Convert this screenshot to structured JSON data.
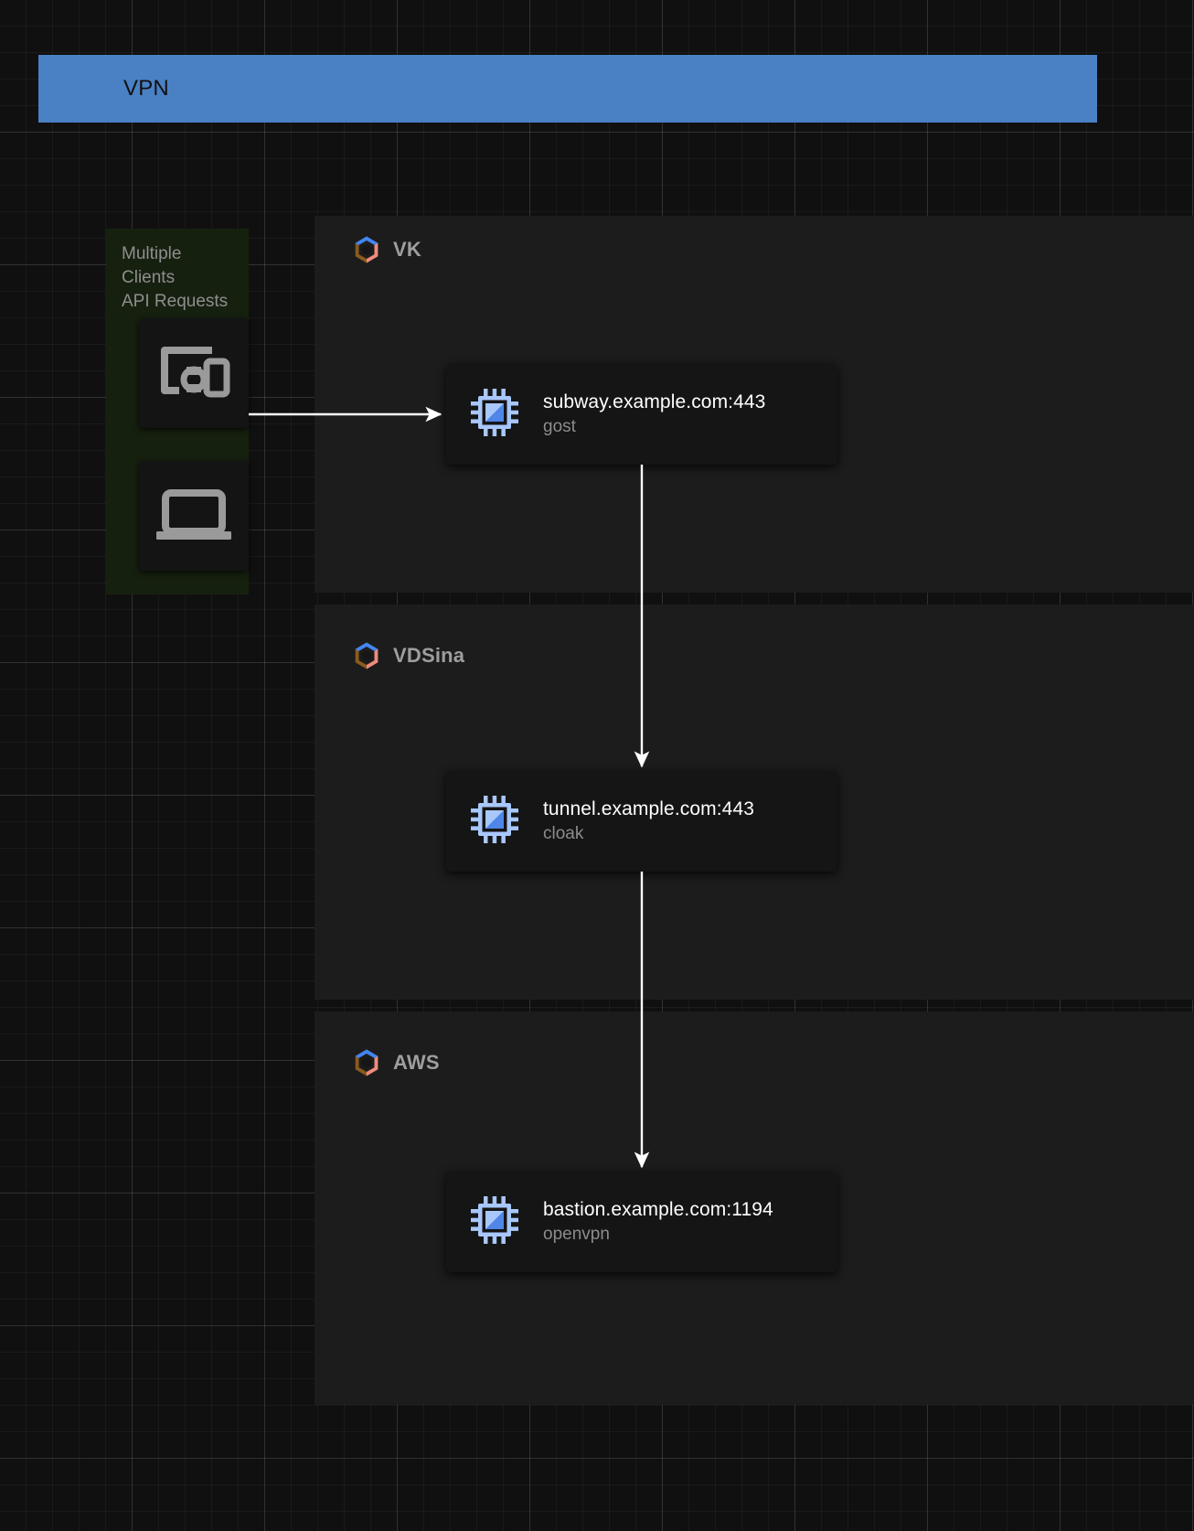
{
  "canvas": {
    "background": "#101010",
    "grid": true
  },
  "banner": {
    "label": "VPN",
    "color": "#4a80c4",
    "text_color": "#111111"
  },
  "clients": {
    "caption": "Multiple\nClients\nAPI Requests",
    "caption_line1": "Multiple",
    "caption_line2": "Clients",
    "caption_line3": "API Requests",
    "group_color": "#16200f",
    "devices": [
      {
        "icon": "devices-icon",
        "name": "devices"
      },
      {
        "icon": "laptop-icon",
        "name": "laptop"
      }
    ]
  },
  "zones": [
    {
      "id": "vk",
      "label": "VK",
      "logo": "hexagon-cloud-logo"
    },
    {
      "id": "vdsina",
      "label": "VDSina",
      "logo": "hexagon-cloud-logo"
    },
    {
      "id": "aws",
      "label": "AWS",
      "logo": "hexagon-cloud-logo"
    }
  ],
  "nodes": [
    {
      "id": "subway",
      "title": "subway.example.com:443",
      "subtitle": "gost",
      "icon": "cpu-chip-icon",
      "zone": "vk"
    },
    {
      "id": "tunnel",
      "title": "tunnel.example.com:443",
      "subtitle": "cloak",
      "icon": "cpu-chip-icon",
      "zone": "vdsina"
    },
    {
      "id": "bastion",
      "title": "bastion.example.com:1194",
      "subtitle": "openvpn",
      "icon": "cpu-chip-icon",
      "zone": "aws"
    }
  ],
  "edges": [
    {
      "from": "clients",
      "to": "subway",
      "style": "arrow",
      "direction": "right"
    },
    {
      "from": "subway",
      "to": "tunnel",
      "style": "arrow",
      "direction": "down"
    },
    {
      "from": "tunnel",
      "to": "bastion",
      "style": "arrow",
      "direction": "down"
    }
  ],
  "colors": {
    "node_bg": "#151515",
    "zone_bg": "#1c1c1c",
    "edge": "#ffffff",
    "chip_icon": "#a8c7fa",
    "chip_icon_dark": "#4285f4",
    "logo_blue": "#4285f4",
    "logo_salmon": "#f08b7f",
    "logo_brown": "#8a5a1e",
    "text_primary": "#ffffff",
    "text_secondary": "#8c8c8c"
  }
}
